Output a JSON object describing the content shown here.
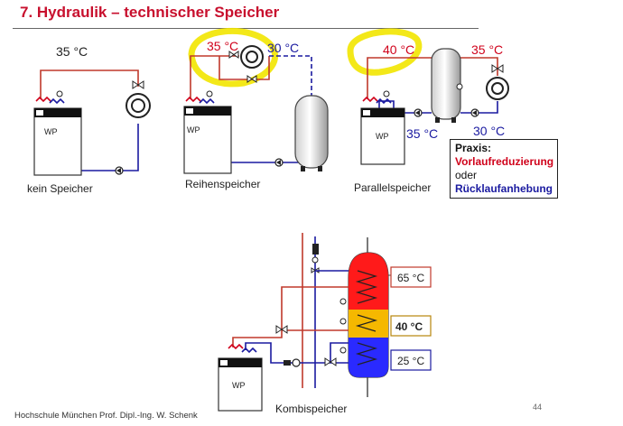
{
  "header": {
    "title": "7. Hydraulik – technischer Speicher"
  },
  "diagrams": {
    "kein_speicher": {
      "label": "kein Speicher",
      "temp": "35 °C",
      "wp": "WP"
    },
    "reihenspeicher": {
      "label": "Reihenspeicher",
      "temp_supply": "35 °C",
      "temp_return": "30 °C",
      "wp": "WP"
    },
    "parallelspeicher": {
      "label": "Parallelspeicher",
      "temp_supply": "40 °C",
      "temp_heating": "35 °C",
      "temp_return_low": "35 °C",
      "temp_return": "30 °C",
      "wp": "WP"
    },
    "kombispeicher": {
      "label": "Kombispeicher",
      "temp_top": "65 °C",
      "temp_mid": "40 °C",
      "temp_bottom": "25 °C",
      "wp": "WP"
    }
  },
  "praxis": {
    "heading": "Praxis:",
    "line1": "Vorlaufreduzierung",
    "line2": "oder",
    "line3": "Rücklaufanhebung"
  },
  "footer": {
    "institution": "Hochschule München Prof. Dipl.-Ing. W. Schenk",
    "page": "44"
  },
  "colors": {
    "title": "#c8102e",
    "supply": "#d0021b",
    "return": "#1a1aa0",
    "highlight": "#f2e600"
  }
}
